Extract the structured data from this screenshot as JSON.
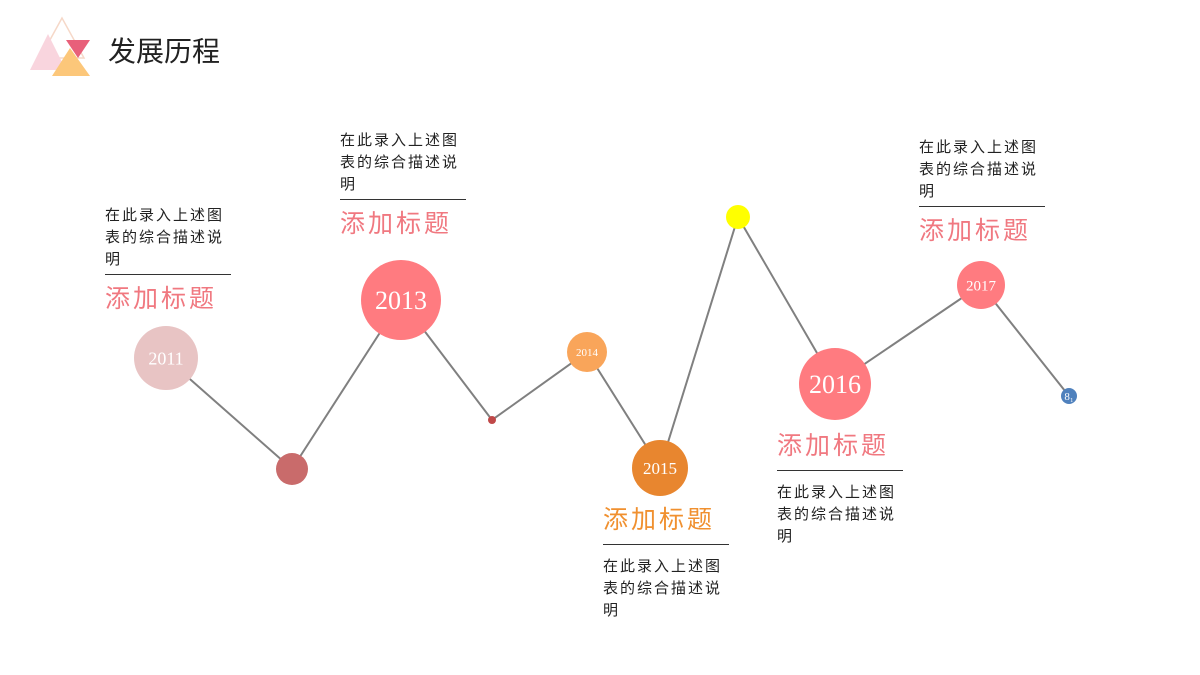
{
  "header": {
    "title": "发展历程"
  },
  "nodes": [
    {
      "label": "2011",
      "color": "#e8c4c4"
    },
    {
      "label": "",
      "color": "#c96b6b"
    },
    {
      "label": "2013",
      "color": "#ff7b80"
    },
    {
      "label": "",
      "color": "#c04848"
    },
    {
      "label": "2014",
      "color": "#f9a55a"
    },
    {
      "label": "2015",
      "color": "#e8862f"
    },
    {
      "label": "",
      "color": "#ffff00"
    },
    {
      "label": "2016",
      "color": "#ff7b80"
    },
    {
      "label": "2017",
      "color": "#ff7b80"
    },
    {
      "label": "8₁",
      "color": "#4f81bd"
    }
  ],
  "blocks": [
    {
      "desc": "在此录入上述图表的综合描述说明",
      "heading": "添加标题",
      "color": "#f07880"
    },
    {
      "desc": "在此录入上述图表的综合描述说明",
      "heading": "添加标题",
      "color": "#f07880"
    },
    {
      "desc": "在此录入上述图表的综合描述说明",
      "heading": "添加标题",
      "color": "#f0902f"
    },
    {
      "desc": "在此录入上述图表的综合描述说明",
      "heading": "添加标题",
      "color": "#f07880"
    },
    {
      "desc": "在此录入上述图表的综合描述说明",
      "heading": "添加标题",
      "color": "#f07880"
    }
  ]
}
